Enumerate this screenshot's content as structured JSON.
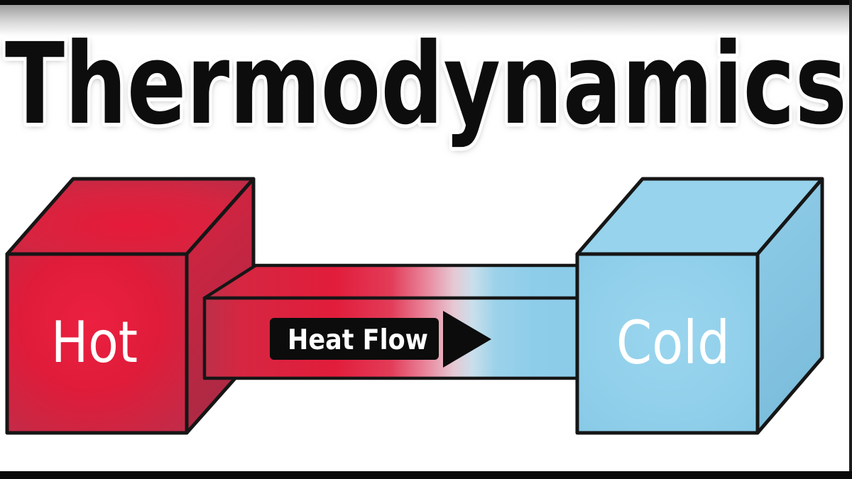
{
  "title": "Thermodynamics",
  "blocks": {
    "hot": {
      "label": "Hot",
      "front_color": "#e01c3a",
      "shade_color": "#bb2d48"
    },
    "cold": {
      "label": "Cold",
      "front_color": "#8fcee9",
      "shade_color": "#7dbedd"
    }
  },
  "arrow": {
    "label": "Heat Flow",
    "direction": "right",
    "fill": "#0c0c0c",
    "text_color": "#ffffff"
  },
  "bar": {
    "hot_end_color": "#c03048",
    "cold_end_color": "#8ccce9"
  },
  "colors": {
    "background": "#ffffff",
    "outline": "#161616",
    "frame": "#0a0a0a",
    "title_fill": "#0d0d0d",
    "title_outline": "#ffffff",
    "label_text": "#ffffff"
  }
}
